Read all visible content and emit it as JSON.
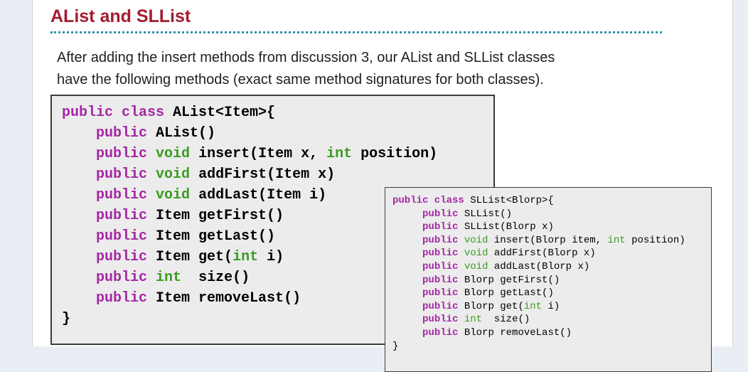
{
  "title": "AList and SLList",
  "paragraph": {
    "lines": [
      "After adding the insert methods from discussion 3, our AList and SLList classes",
      "have the following methods (exact same method signatures for both classes)."
    ]
  },
  "colors": {
    "title_red": "#a51c30",
    "divider_teal": "#2e93a8",
    "keyword_purple": "#a626a4",
    "type_green": "#3a9b21",
    "code_background": "#ececec",
    "code_border": "#3c3c3c",
    "page_background": "#ffffff",
    "outer_background": "#e8eef4"
  },
  "alist_code": {
    "lines": [
      [
        [
          "kw",
          "public class "
        ],
        [
          "pl",
          "AList<Item>{"
        ]
      ],
      [
        [
          "pl",
          "    "
        ],
        [
          "kw",
          "public"
        ],
        [
          "pl",
          " AList()"
        ]
      ],
      [
        [
          "pl",
          "    "
        ],
        [
          "kw",
          "public"
        ],
        [
          "pl",
          " "
        ],
        [
          "ty",
          "void"
        ],
        [
          "pl",
          " insert(Item x, "
        ],
        [
          "ty",
          "int"
        ],
        [
          "pl",
          " position)"
        ]
      ],
      [
        [
          "pl",
          "    "
        ],
        [
          "kw",
          "public"
        ],
        [
          "pl",
          " "
        ],
        [
          "ty",
          "void"
        ],
        [
          "pl",
          " addFirst(Item x)"
        ]
      ],
      [
        [
          "pl",
          "    "
        ],
        [
          "kw",
          "public"
        ],
        [
          "pl",
          " "
        ],
        [
          "ty",
          "void"
        ],
        [
          "pl",
          " addLast(Item i)"
        ]
      ],
      [
        [
          "pl",
          "    "
        ],
        [
          "kw",
          "public"
        ],
        [
          "pl",
          " Item getFirst()"
        ]
      ],
      [
        [
          "pl",
          "    "
        ],
        [
          "kw",
          "public"
        ],
        [
          "pl",
          " Item getLast()"
        ]
      ],
      [
        [
          "pl",
          "    "
        ],
        [
          "kw",
          "public"
        ],
        [
          "pl",
          " Item get("
        ],
        [
          "ty",
          "int"
        ],
        [
          "pl",
          " i)"
        ]
      ],
      [
        [
          "pl",
          "    "
        ],
        [
          "kw",
          "public"
        ],
        [
          "pl",
          " "
        ],
        [
          "ty",
          "int"
        ],
        [
          "pl",
          "  size()"
        ]
      ],
      [
        [
          "pl",
          "    "
        ],
        [
          "kw",
          "public"
        ],
        [
          "pl",
          " Item removeLast()"
        ]
      ],
      [
        [
          "pl",
          "}"
        ]
      ]
    ]
  },
  "sllist_code": {
    "lines": [
      [
        [
          "kw",
          "public class "
        ],
        [
          "pl",
          "SLList<Blorp>{"
        ]
      ],
      [
        [
          "pl",
          "     "
        ],
        [
          "kw",
          "public"
        ],
        [
          "pl",
          " SLList()"
        ]
      ],
      [
        [
          "pl",
          "     "
        ],
        [
          "kw",
          "public"
        ],
        [
          "pl",
          " SLList(Blorp x)"
        ]
      ],
      [
        [
          "pl",
          "     "
        ],
        [
          "kw",
          "public"
        ],
        [
          "pl",
          " "
        ],
        [
          "ty",
          "void"
        ],
        [
          "pl",
          " insert(Blorp item, "
        ],
        [
          "ty",
          "int"
        ],
        [
          "pl",
          " position)"
        ]
      ],
      [
        [
          "pl",
          "     "
        ],
        [
          "kw",
          "public"
        ],
        [
          "pl",
          " "
        ],
        [
          "ty",
          "void"
        ],
        [
          "pl",
          " addFirst(Blorp x)"
        ]
      ],
      [
        [
          "pl",
          "     "
        ],
        [
          "kw",
          "public"
        ],
        [
          "pl",
          " "
        ],
        [
          "ty",
          "void"
        ],
        [
          "pl",
          " addLast(Blorp x)"
        ]
      ],
      [
        [
          "pl",
          "     "
        ],
        [
          "kw",
          "public"
        ],
        [
          "pl",
          " Blorp getFirst()"
        ]
      ],
      [
        [
          "pl",
          "     "
        ],
        [
          "kw",
          "public"
        ],
        [
          "pl",
          " Blorp getLast()"
        ]
      ],
      [
        [
          "pl",
          "     "
        ],
        [
          "kw",
          "public"
        ],
        [
          "pl",
          " Blorp get("
        ],
        [
          "ty",
          "int"
        ],
        [
          "pl",
          " i)"
        ]
      ],
      [
        [
          "pl",
          "     "
        ],
        [
          "kw",
          "public"
        ],
        [
          "pl",
          " "
        ],
        [
          "ty",
          "int"
        ],
        [
          "pl",
          "  size()"
        ]
      ],
      [
        [
          "pl",
          "     "
        ],
        [
          "kw",
          "public"
        ],
        [
          "pl",
          " Blorp removeLast()"
        ]
      ],
      [
        [
          "pl",
          "}"
        ]
      ]
    ]
  }
}
